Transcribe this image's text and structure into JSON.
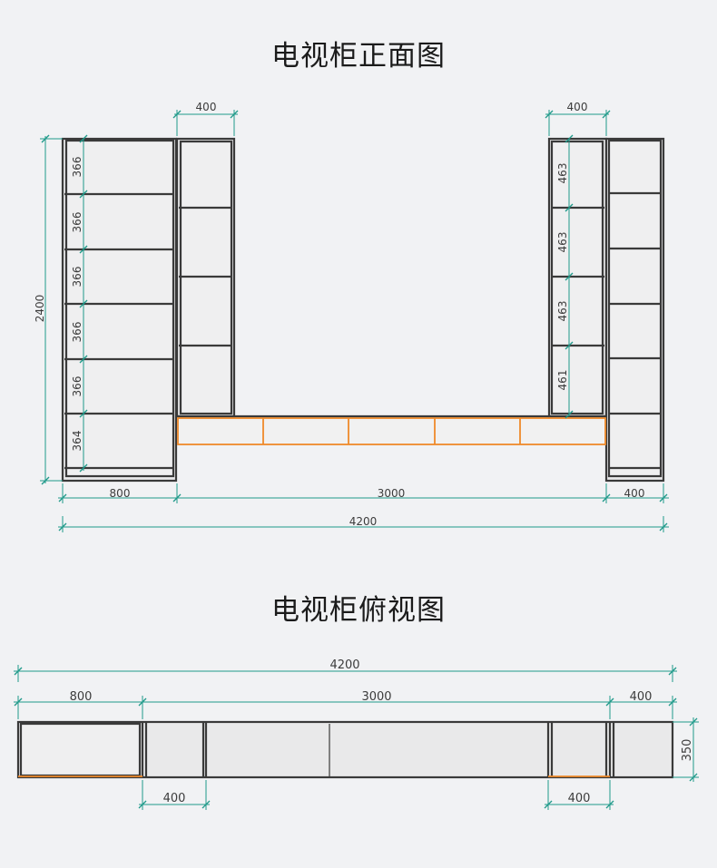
{
  "front_view": {
    "title": "电视柜正面图",
    "dims": {
      "total_height": "2400",
      "left_shelves": [
        "366",
        "366",
        "366",
        "366",
        "366",
        "364"
      ],
      "right_shelves": [
        "463",
        "463",
        "463",
        "461"
      ],
      "top_left_width": "400",
      "top_right_width": "400",
      "bottom_left": "800",
      "bottom_middle": "3000",
      "bottom_right": "400",
      "total_width": "4200"
    }
  },
  "top_view": {
    "title": "电视柜俯视图",
    "dims": {
      "total_width": "4200",
      "left": "800",
      "middle": "3000",
      "right": "400",
      "depth": "350",
      "bottom_left": "400",
      "bottom_right": "400"
    }
  },
  "colors": {
    "dimension": "#1f9a8a",
    "drawer": "#ef8a2a",
    "outline": "#3a3a3a"
  }
}
